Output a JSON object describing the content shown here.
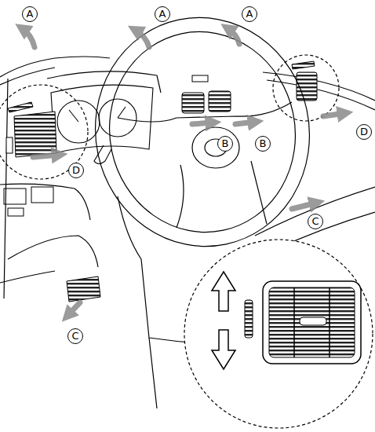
{
  "diagram": {
    "labels": [
      "A",
      "A",
      "A",
      "D",
      "B",
      "B",
      "D",
      "C",
      "C"
    ]
  }
}
